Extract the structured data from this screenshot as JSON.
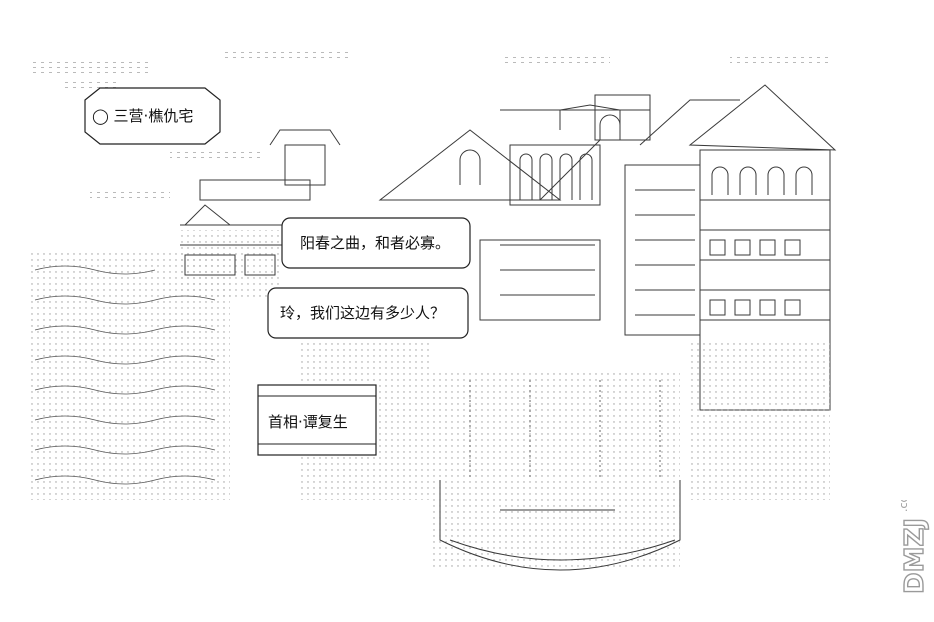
{
  "location_label": "◯ 三营·樵仇宅",
  "dialogue_1": "阳春之曲，和者必寡。",
  "dialogue_2": "玲，我们这边有多少人？",
  "name_box": "首相·谭复生",
  "watermark": {
    "text": "DMZJ",
    "sub": ".com"
  },
  "colors": {
    "ink": "#3a3a3a",
    "light_ink": "#9a9a9a",
    "background": "#ffffff"
  }
}
